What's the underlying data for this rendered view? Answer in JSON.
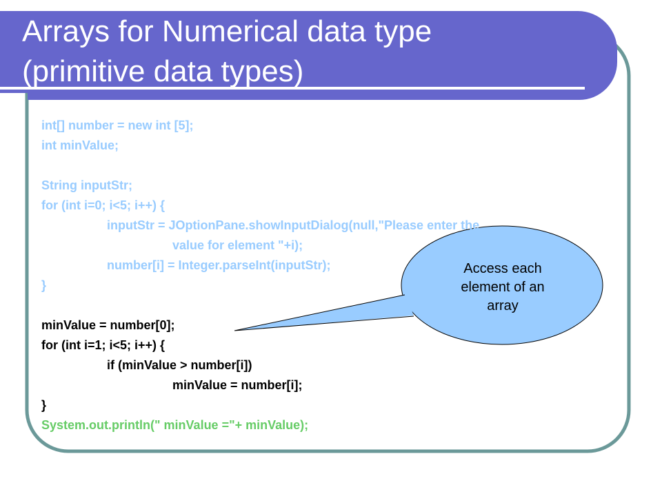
{
  "title": {
    "line1": "Arrays for Numerical data type",
    "line2": "(primitive data types)"
  },
  "code": {
    "lines": [
      {
        "text": "int[] number = new int [5];",
        "color": "#99ccff"
      },
      {
        "text": "int minValue;",
        "color": "#99ccff"
      },
      {
        "text": "String inputStr;",
        "color": "#99ccff"
      },
      {
        "text": "for (int i=0; i<5; i++) {",
        "color": "#99ccff"
      },
      {
        "text": "inputStr = JOptionPane.showInputDialog(null,\"Please enter the",
        "color": "#99ccff"
      },
      {
        "text": "value for element \"+i);",
        "color": "#99ccff"
      },
      {
        "text": "number[i] = Integer.parseInt(inputStr);",
        "color": "#99ccff"
      },
      {
        "text": "}",
        "color": "#99ccff"
      },
      {
        "text": "minValue = number[0];",
        "color": "#000000"
      },
      {
        "text": "for (int i=1; i<5; i++) {",
        "color": "#000000"
      },
      {
        "text": "if (minValue > number[i])",
        "color": "#000000"
      },
      {
        "text": "minValue = number[i];",
        "color": "#000000"
      },
      {
        "text": "}",
        "color": "#000000"
      },
      {
        "text": "System.out.println(\" minValue =\"+ minValue);",
        "color": "#66cc66"
      }
    ]
  },
  "callout": {
    "lines": [
      "Access each",
      "element of an",
      "array"
    ],
    "fill": "#99ccff"
  },
  "colors": {
    "title_band": "#6666cc",
    "frame_border": "#6b9999"
  }
}
